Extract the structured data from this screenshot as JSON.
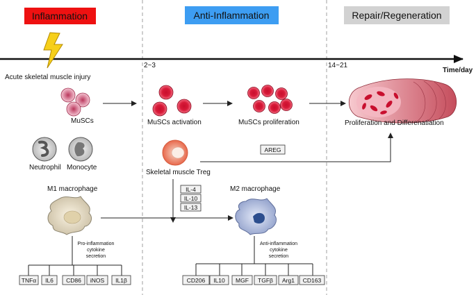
{
  "phases": {
    "inflammation": {
      "label": "Inflammation",
      "color": "#ee1111"
    },
    "anti_inflammation": {
      "label": "Anti-Inflammation",
      "color": "#3d9df2"
    },
    "repair": {
      "label": "Repair/Regeneration",
      "color": "#d2d2d2"
    }
  },
  "timeline": {
    "tick_start": "2~3",
    "tick_end": "14~21",
    "axis_label": "Time/day"
  },
  "injury_label": "Acute skeletal muscle injury",
  "cells": {
    "muscs": "MuSCs",
    "muscs_activation": "MuSCs activation",
    "muscs_proliferation": "MuSCs proliferation",
    "outcome": "Proliferation and Differenatiation",
    "neutrophil": "Neutrophil",
    "monocyte": "Monocyte",
    "treg": "Skeletal muscle Treg",
    "areg": "AREG",
    "m1": "M1 macrophage",
    "m2": "M2 macrophage"
  },
  "il_boxes": [
    "IL-4",
    "IL-10",
    "IL-13"
  ],
  "pro_secretion": [
    "Pro-inflammation",
    "cytokine",
    "secretion"
  ],
  "anti_secretion": [
    "Anti-inflammation",
    "cytokine",
    "secretion"
  ],
  "pro_cytokines": [
    "TNFα",
    "IL6",
    "CD86",
    "iNOS",
    "IL1β"
  ],
  "anti_cytokines": [
    "CD206",
    "IL10",
    "MGF",
    "TGFβ",
    "Arg1",
    "CD163"
  ]
}
